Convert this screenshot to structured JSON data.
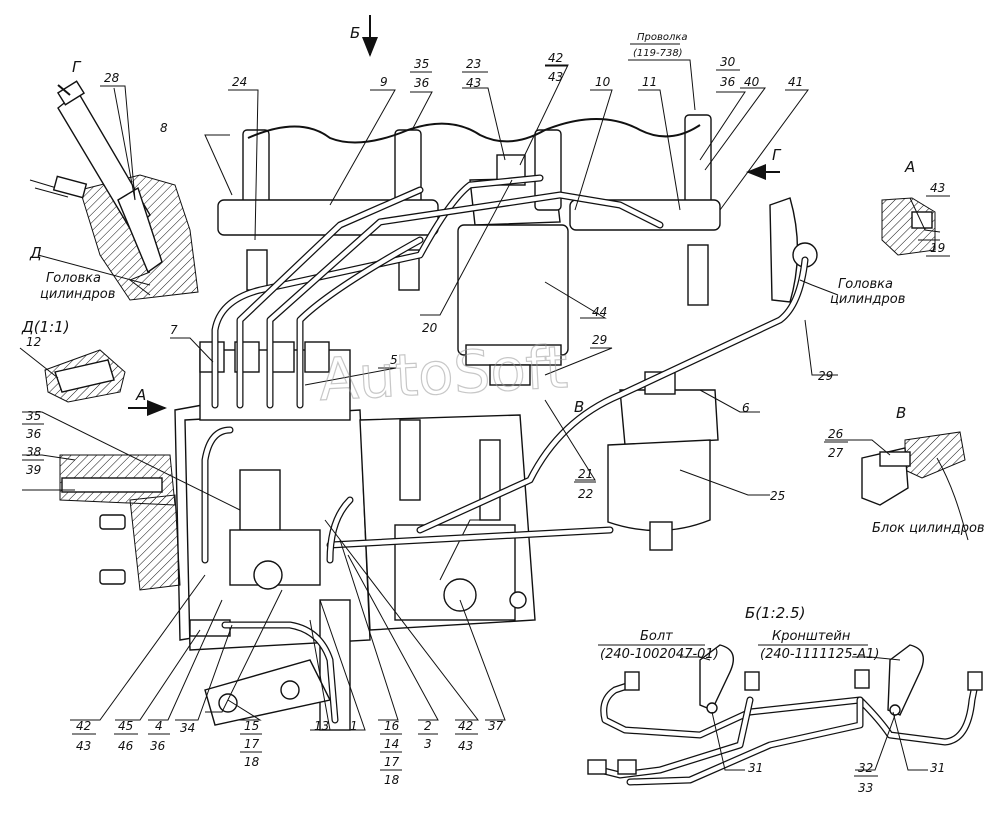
{
  "watermark": "AutoSoft",
  "views": {
    "B_top": "Б",
    "G_left": "Г",
    "G_right": "Г",
    "A_left": "А",
    "A_right": "А",
    "V_center": "В",
    "V_right": "В",
    "D_left": "Д",
    "D_detail": "Д(1:1)",
    "B_detail": "Б(1:2.5)"
  },
  "captions": {
    "head_left_1": "Головка",
    "head_left_2": "цилиндров",
    "head_right_1": "Головка",
    "head_right_2": "цилиндров",
    "block": "Блок цилиндров",
    "wire_1": "Проволка",
    "wire_2": "(119-738)",
    "bolt_1": "Болт",
    "bolt_2": "(240-1002047-01)",
    "bracket_1": "Кронштейн",
    "bracket_2": "(240-1111125-А1)"
  },
  "callouts": [
    {
      "id": "c28",
      "text": "28"
    },
    {
      "id": "c24",
      "text": "24"
    },
    {
      "id": "c9",
      "text": "9"
    },
    {
      "id": "c35a",
      "text": "35"
    },
    {
      "id": "c36a",
      "text": "36"
    },
    {
      "id": "c23",
      "text": "23"
    },
    {
      "id": "c43a",
      "text": "43"
    },
    {
      "id": "c42a",
      "text": "42"
    },
    {
      "id": "c43b",
      "text": "43"
    },
    {
      "id": "c10",
      "text": "10"
    },
    {
      "id": "c11",
      "text": "11"
    },
    {
      "id": "c30",
      "text": "30"
    },
    {
      "id": "c36b",
      "text": "36"
    },
    {
      "id": "c40",
      "text": "40"
    },
    {
      "id": "c41",
      "text": "41"
    },
    {
      "id": "c8",
      "text": "8"
    },
    {
      "id": "c43c",
      "text": "43"
    },
    {
      "id": "c19",
      "text": "19"
    },
    {
      "id": "c44",
      "text": "44"
    },
    {
      "id": "c20",
      "text": "20"
    },
    {
      "id": "c12",
      "text": "12"
    },
    {
      "id": "c7",
      "text": "7"
    },
    {
      "id": "c5",
      "text": "5"
    },
    {
      "id": "c29a",
      "text": "29"
    },
    {
      "id": "c29b",
      "text": "29"
    },
    {
      "id": "c6",
      "text": "6"
    },
    {
      "id": "c35b",
      "text": "35"
    },
    {
      "id": "c36c",
      "text": "36"
    },
    {
      "id": "c38",
      "text": "38"
    },
    {
      "id": "c39",
      "text": "39"
    },
    {
      "id": "c21",
      "text": "21"
    },
    {
      "id": "c22",
      "text": "22"
    },
    {
      "id": "c25",
      "text": "25"
    },
    {
      "id": "c26",
      "text": "26"
    },
    {
      "id": "c27",
      "text": "27"
    },
    {
      "id": "c42b",
      "text": "42"
    },
    {
      "id": "c43d",
      "text": "43"
    },
    {
      "id": "c45",
      "text": "45"
    },
    {
      "id": "c46",
      "text": "46"
    },
    {
      "id": "c4",
      "text": "4"
    },
    {
      "id": "c36d",
      "text": "36"
    },
    {
      "id": "c34",
      "text": "34"
    },
    {
      "id": "c15",
      "text": "15"
    },
    {
      "id": "c17a",
      "text": "17"
    },
    {
      "id": "c18a",
      "text": "18"
    },
    {
      "id": "c13",
      "text": "13"
    },
    {
      "id": "c1",
      "text": "1"
    },
    {
      "id": "c16",
      "text": "16"
    },
    {
      "id": "c14",
      "text": "14"
    },
    {
      "id": "c17b",
      "text": "17"
    },
    {
      "id": "c18b",
      "text": "18"
    },
    {
      "id": "c2",
      "text": "2"
    },
    {
      "id": "c3",
      "text": "3"
    },
    {
      "id": "c42c",
      "text": "42"
    },
    {
      "id": "c43e",
      "text": "43"
    },
    {
      "id": "c37",
      "text": "37"
    },
    {
      "id": "c31a",
      "text": "31"
    },
    {
      "id": "c32",
      "text": "32"
    },
    {
      "id": "c33",
      "text": "33"
    },
    {
      "id": "c31b",
      "text": "31"
    }
  ]
}
